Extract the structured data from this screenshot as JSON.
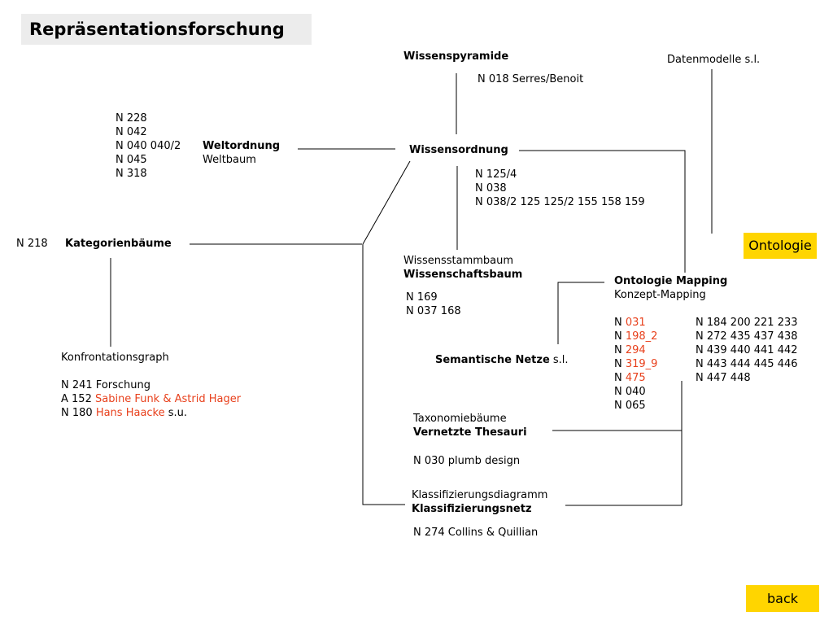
{
  "title": "Repräsentationsforschung",
  "buttons": {
    "ontologie": "Ontologie",
    "back": "back"
  },
  "colors": {
    "highlight": "#e8401c",
    "button": "#ffd500",
    "title_bg": "#ececec"
  },
  "nodes": {
    "wissenspyramide": {
      "label": "Wissenspyramide",
      "ref": "N 018 Serres/Benoit"
    },
    "datenmodelle": {
      "label": "Datenmodelle s.l."
    },
    "weltordnung": {
      "refs": [
        "N 228",
        "N 042",
        "N 040 040/2",
        "N 045",
        "N 318"
      ],
      "label": "Weltordnung",
      "sublabel": "Weltbaum"
    },
    "wissensordnung": {
      "label": "Wissensordnung",
      "refs": [
        "N 125/4",
        "N 038",
        "N 038/2 125 125/2 155 158 159"
      ]
    },
    "kategorienbaeume": {
      "ref": "N 218",
      "label": "Kategorienbäume"
    },
    "wissensstammbaum": {
      "sublabel": "Wissensstammbaum",
      "label": "Wissenschaftsbaum",
      "refs": [
        "N 169",
        "N 037 168"
      ]
    },
    "ontologie_mapping": {
      "label": "Ontologie Mapping",
      "sublabel": "Konzept-Mapping",
      "refs_left": [
        {
          "prefix": "N ",
          "num": "031"
        },
        {
          "prefix": "N ",
          "num": "198_2"
        },
        {
          "prefix": "N ",
          "num": "294"
        },
        {
          "prefix": "N ",
          "num": "319_9"
        },
        {
          "prefix": "N ",
          "num": "475"
        }
      ],
      "refs_left_plain": [
        "N 040",
        "N 065"
      ],
      "refs_right": [
        "N 184 200 221 233",
        "N 272 435 437 438",
        "N 439 440 441 442",
        "N 443 444 445 446",
        "N 447 448"
      ]
    },
    "konfrontationsgraph": {
      "label": "Konfrontationsgraph",
      "line1": "N 241 Forschung",
      "line2_prefix": "A 152 ",
      "line2_name": "Sabine Funk & Astrid Hager",
      "line3_prefix": "N 180 ",
      "line3_name": "Hans Haacke",
      "line3_suffix": " s.u."
    },
    "semantische_netze": {
      "label": "Semantische Netze",
      "suffix": " s.l."
    },
    "vernetzte_thesauri": {
      "sublabel": "Taxonomiebäume",
      "label": "Vernetzte Thesauri",
      "ref": "N 030 plumb design"
    },
    "klassifizierungsnetz": {
      "sublabel": "Klassifizierungsdiagramm",
      "label": "Klassifizierungsnetz",
      "ref": "N 274 Collins & Quillian"
    }
  }
}
